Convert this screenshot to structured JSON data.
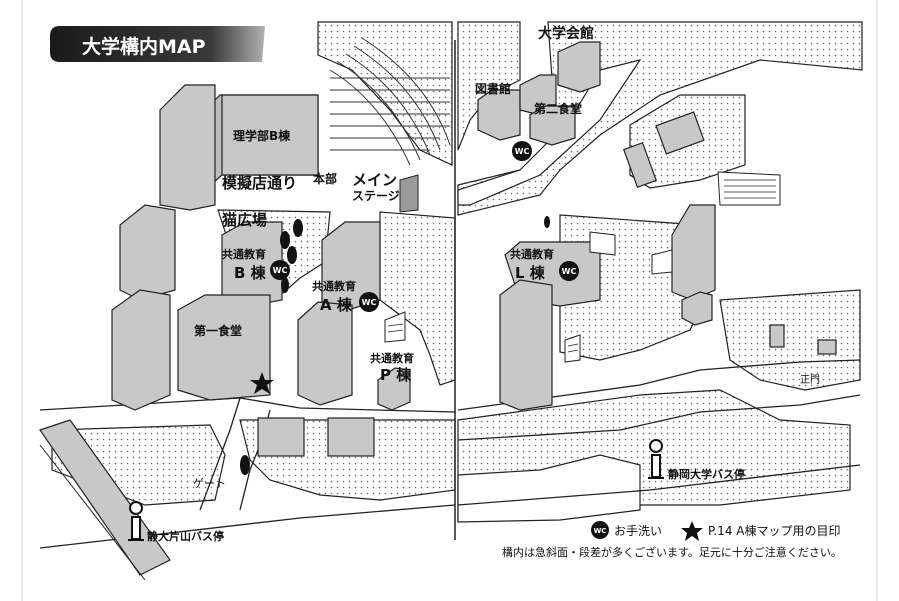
{
  "title": "大学構内MAP",
  "labels": {
    "rigakubu_b": "理学部B棟",
    "mogi": "模擬店通り",
    "honbu": "本部",
    "main_stage_1": "メイン",
    "main_stage_2": "ステージ",
    "neko": "猫広場",
    "kyoutsu_b_1": "共通教育",
    "kyoutsu_b_2": "B 棟",
    "kyoutsu_a_1": "共通教育",
    "kyoutsu_a_2": "A 棟",
    "daiichi": "第一食堂",
    "kyoutsu_p_1": "共通教育",
    "kyoutsu_p_2": "P 棟",
    "daigaku_kaikan": "大学会館",
    "toshokan": "図書館",
    "daini": "第二食堂",
    "kyoutsu_l_1": "共通教育",
    "kyoutsu_l_2": "L 棟",
    "seimon": "正門",
    "gate": "ゲート",
    "bus_shizuoka": "静岡大学バス停",
    "bus_katayama": "静大片山バス停"
  },
  "wc_label": "WC",
  "legend": {
    "wc_text": "お手洗い",
    "star_text": "P.14 A棟マップ用の目印",
    "note": "構内は急斜面・段差が多くございます。足元に十分ご注意ください。"
  },
  "colors": {
    "building": "#c8c8c8",
    "building_dark": "#8e8e8e",
    "ink": "#111111",
    "title_bg": "#2a2a2a"
  }
}
